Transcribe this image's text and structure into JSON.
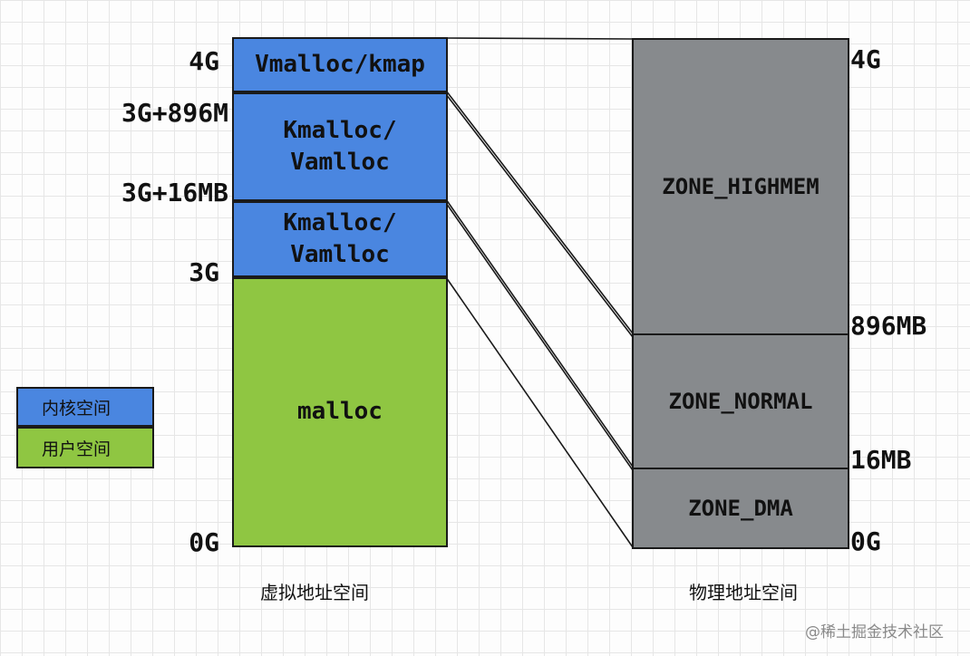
{
  "virtual_space": {
    "blocks": [
      {
        "text": "Vmalloc/kmap",
        "color": "#4a86e0"
      },
      {
        "text": "Kmalloc/\nVamlloc",
        "color": "#4a86e0"
      },
      {
        "text": "Kmalloc/\nVamlloc",
        "color": "#4a86e0"
      },
      {
        "text": "malloc",
        "color": "#8fc642"
      }
    ],
    "labels": {
      "top": "4G",
      "mid_high": "3G+896M",
      "mid_low": "3G+16MB",
      "kernel_base": "3G",
      "bottom": "0G"
    },
    "caption": "虚拟地址空间"
  },
  "physical_space": {
    "zones": [
      {
        "text": "ZONE_HIGHMEM",
        "color": "#878a8d"
      },
      {
        "text": "ZONE_NORMAL",
        "color": "#878a8d"
      },
      {
        "text": "ZONE_DMA",
        "color": "#878a8d"
      }
    ],
    "labels": {
      "top": "4G",
      "highmem_base": "896MB",
      "normal_base": "16MB",
      "bottom": "0G"
    },
    "caption": "物理地址空间"
  },
  "legend": {
    "kernel": {
      "text": "内核空间",
      "color": "#4a86e0"
    },
    "user": {
      "text": "用户空间",
      "color": "#8fc642"
    }
  },
  "watermark": "@稀土掘金技术社区"
}
